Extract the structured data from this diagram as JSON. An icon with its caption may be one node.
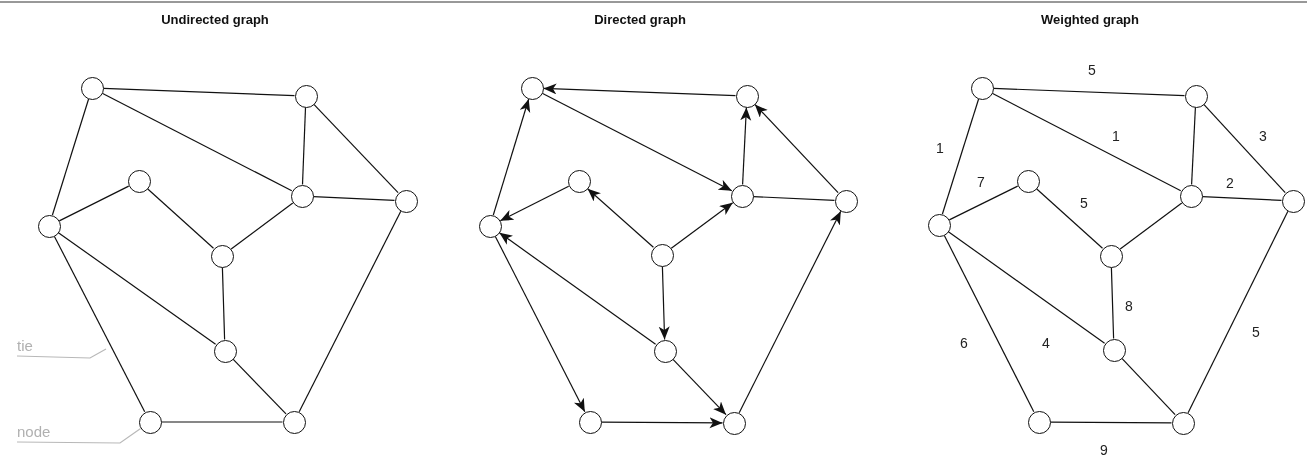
{
  "diagram": {
    "nodes": [
      {
        "text": [],
        "shape": "circle"
      },
      {
        "text": [],
        "shape": "circle"
      },
      {
        "text": [],
        "shape": "circle"
      },
      {
        "text": [],
        "shape": "circle"
      },
      {
        "text": [],
        "shape": "circle"
      },
      {
        "text": [],
        "shape": "circle"
      },
      {
        "text": [],
        "shape": "circle"
      },
      {
        "text": [],
        "shape": "circle"
      },
      {
        "text": [],
        "shape": "circle"
      },
      {
        "text": [],
        "shape": "circle"
      },
      {
        "text": [],
        "shape": "circle"
      },
      {
        "text": [],
        "shape": "circle"
      },
      {
        "text": [],
        "shape": "circle"
      },
      {
        "text": [],
        "shape": "circle"
      },
      {
        "text": [],
        "shape": "circle"
      },
      {
        "text": [],
        "shape": "circle"
      },
      {
        "text": [],
        "shape": "circle"
      },
      {
        "text": [],
        "shape": "circle"
      },
      {
        "text": [],
        "shape": "circle"
      },
      {
        "text": [],
        "shape": "circle"
      },
      {
        "text": [],
        "shape": "circle"
      },
      {
        "text": [],
        "shape": "circle"
      },
      {
        "text": [],
        "shape": "circle"
      },
      {
        "text": [],
        "shape": "circle"
      },
      {
        "text": [],
        "shape": "circle"
      },
      {
        "text": [],
        "shape": "circle"
      },
      {
        "text": [],
        "shape": "circle"
      },
      {
        "text": [],
        "shape": "circle"
      },
      {
        "text": [],
        "shape": "circle"
      },
      {
        "text": [],
        "shape": "circle"
      },
      {
        "text": [
          "tie"
        ]
      },
      {
        "text": [
          "node"
        ]
      }
    ],
    "edges": [
      {
        "from": 0,
        "to": 1,
        "arrow": "none"
      },
      {
        "from": 0,
        "to": 4,
        "arrow": "none"
      },
      {
        "from": 0,
        "to": 3,
        "arrow": "none"
      },
      {
        "from": 1,
        "to": 4,
        "arrow": "none"
      },
      {
        "from": 1,
        "to": 5,
        "arrow": "none"
      },
      {
        "from": 4,
        "to": 5,
        "arrow": "none"
      },
      {
        "from": 2,
        "to": 3,
        "arrow": "none"
      },
      {
        "from": 2,
        "to": 6,
        "arrow": "none"
      },
      {
        "from": 6,
        "to": 4,
        "arrow": "none"
      },
      {
        "from": 6,
        "to": 7,
        "arrow": "none"
      },
      {
        "from": 3,
        "to": 7,
        "arrow": "none"
      },
      {
        "from": 3,
        "to": 8,
        "arrow": "none"
      },
      {
        "from": 7,
        "to": 9,
        "arrow": "none"
      },
      {
        "from": 5,
        "to": 9,
        "arrow": "none"
      },
      {
        "from": 8,
        "to": 9,
        "arrow": "none"
      },
      {
        "from": 11,
        "to": 10,
        "arrow": "to"
      },
      {
        "from": 10,
        "to": 14,
        "arrow": "to"
      },
      {
        "from": 13,
        "to": 10,
        "arrow": "to"
      },
      {
        "from": 14,
        "to": 11,
        "arrow": "to"
      },
      {
        "from": 15,
        "to": 11,
        "arrow": "to"
      },
      {
        "from": 14,
        "to": 15,
        "arrow": "none"
      },
      {
        "from": 12,
        "to": 13,
        "arrow": "to"
      },
      {
        "from": 16,
        "to": 12,
        "arrow": "to"
      },
      {
        "from": 16,
        "to": 14,
        "arrow": "to"
      },
      {
        "from": 16,
        "to": 17,
        "arrow": "to"
      },
      {
        "from": 17,
        "to": 13,
        "arrow": "to"
      },
      {
        "from": 13,
        "to": 18,
        "arrow": "to"
      },
      {
        "from": 17,
        "to": 19,
        "arrow": "to"
      },
      {
        "from": 18,
        "to": 19,
        "arrow": "to"
      },
      {
        "from": 19,
        "to": 15,
        "arrow": "to"
      },
      {
        "from": 20,
        "to": 21,
        "arrow": "none",
        "label": "5"
      },
      {
        "from": 20,
        "to": 24,
        "arrow": "none",
        "label": "1"
      },
      {
        "from": 20,
        "to": 23,
        "arrow": "none",
        "label": "1"
      },
      {
        "from": 21,
        "to": 24,
        "arrow": "none"
      },
      {
        "from": 21,
        "to": 25,
        "arrow": "none",
        "label": "3"
      },
      {
        "from": 24,
        "to": 25,
        "arrow": "none",
        "label": "2"
      },
      {
        "from": 22,
        "to": 23,
        "arrow": "none",
        "label": "7"
      },
      {
        "from": 22,
        "to": 26,
        "arrow": "none",
        "label": "5"
      },
      {
        "from": 26,
        "to": 24,
        "arrow": "none"
      },
      {
        "from": 26,
        "to": 27,
        "arrow": "none",
        "label": "8"
      },
      {
        "from": 23,
        "to": 27,
        "arrow": "none",
        "label": "4"
      },
      {
        "from": 23,
        "to": 28,
        "arrow": "none",
        "label": "6"
      },
      {
        "from": 27,
        "to": 29,
        "arrow": "none"
      },
      {
        "from": 25,
        "to": 29,
        "arrow": "none",
        "label": "5"
      },
      {
        "from": 28,
        "to": 29,
        "arrow": "none",
        "label": "9"
      },
      {
        "from": 30,
        "to": null,
        "arrow": "none",
        "color": "#b8b8b8"
      },
      {
        "from": 31,
        "to": 8,
        "arrow": "none",
        "color": "#b8b8b8"
      }
    ],
    "labels": [
      "Undirected graph",
      "Directed graph",
      "Weighted graph"
    ]
  }
}
